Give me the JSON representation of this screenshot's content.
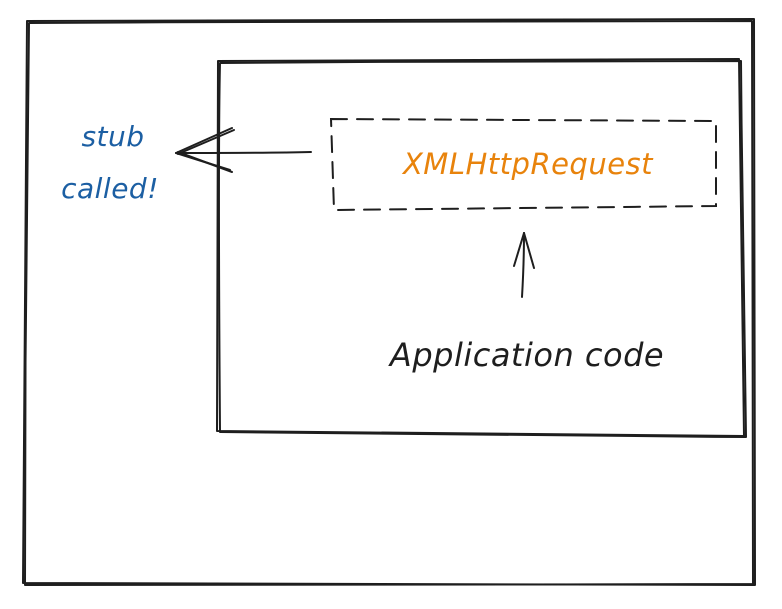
{
  "diagram": {
    "stub_label": {
      "line1": "stub",
      "line2": "called!"
    },
    "xhr_label": "XMLHttpRequest",
    "app_label": "Application code"
  },
  "colors": {
    "stroke": "#1e1e1e",
    "stub_text": "#1c5fa3",
    "xhr_text": "#e8830c",
    "app_text": "#1e1e1e",
    "background": "#ffffff"
  }
}
